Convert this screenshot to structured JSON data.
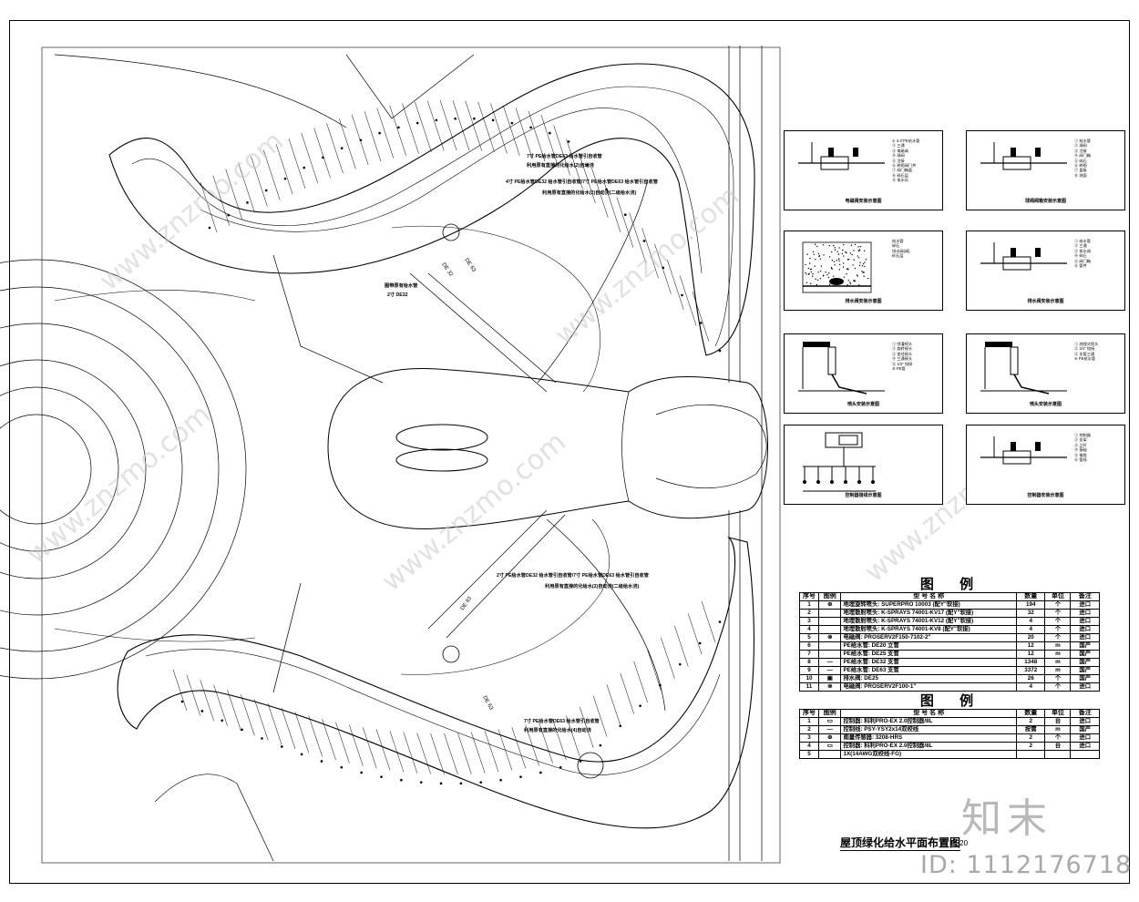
{
  "plan": {
    "title": "屋顶绿化给水平面布置图",
    "scale": "1:520",
    "notes": [
      "7寸 PE给水管DE63 给水管引自收管",
      "利用原有直接的化给水(2)自动浇",
      "4寸 PE给水管DE32 给水管引自收管/7寸 PE给水管DE63 给水管引自收管",
      "利用原有直接的化给水(2)自动浇(二级给水浇)",
      "图带原有给水管",
      "2寸 DE32",
      "2寸 PE给水管DE32 给水管引自收管/7寸 PE给水管DE63 给水管引自收管",
      "利用原有直接的化给水(2)自动浇(二级给水浇)",
      "7寸 PE给水管DE63 给水管引自收管",
      "利用原有直接的化给水(4)自动浇"
    ],
    "pipe_tags": [
      "DE 63",
      "DE 32",
      "DE 63",
      "DE 63"
    ]
  },
  "legend1": {
    "title": "图 例",
    "headers": [
      "序号",
      "图例",
      "型 号 名 称",
      "数量",
      "单位",
      "备注"
    ],
    "rows": [
      [
        "1",
        "⊕",
        "地埋旋转喷头: SUPERPRO 10003 (配Y\"软接)",
        "194",
        "个",
        "进口"
      ],
      [
        "2",
        "",
        "地埋散射喷头: K-SPRAYS 74001-KV17 (配Y\"软接)",
        "32",
        "个",
        "进口"
      ],
      [
        "3",
        "",
        "地埋散射喷头: K-SPRAYS 74001-KV12 (配Y\"软接)",
        "4",
        "个",
        "进口"
      ],
      [
        "4",
        "",
        "地埋散射喷头: K-SPRAYS 74001-KV8 (配Y\"软接)",
        "4",
        "个",
        "进口"
      ],
      [
        "5",
        "⊗",
        "电磁阀: PROSERV2F150-7102-2\"",
        "20",
        "个",
        "进口"
      ],
      [
        "6",
        "",
        "PE给水管: DE20 立管",
        "12",
        "m",
        "国产"
      ],
      [
        "7",
        "",
        "PE给水管: DE25 支管",
        "12",
        "m",
        "国产"
      ],
      [
        "8",
        "—",
        "PE给水管: DE32 支管",
        "1348",
        "m",
        "国产"
      ],
      [
        "9",
        "—",
        "PE给水管: DE63 支管",
        "3372",
        "m",
        "国产"
      ],
      [
        "10",
        "▣",
        "排水阀: DE25",
        "26",
        "个",
        "国产"
      ],
      [
        "11",
        "⊗",
        "电磁阀: PROSERV2F100-1\"",
        "4",
        "个",
        "进口"
      ]
    ]
  },
  "legend2": {
    "title": "图 例",
    "headers": [
      "序号",
      "图例",
      "型 号 名 称",
      "数量",
      "单位",
      "备注"
    ],
    "rows": [
      [
        "1",
        "▭",
        "控制器: 科利PRO-EX 2.0控制器/8L",
        "2",
        "台",
        "进口"
      ],
      [
        "2",
        "—",
        "控制线: PSY-YSY2x14双绞线",
        "按需",
        "m",
        "国产"
      ],
      [
        "3",
        "⊕",
        "雨量传感器: 3208-HRS",
        "2",
        "个",
        "进口"
      ],
      [
        "4",
        "▭",
        "控制器: 科利PRO-EX 2.0控制器/8L",
        "2",
        "台",
        "进口"
      ],
      [
        "5",
        "",
        "1X(14AWG双绞线-FG)",
        "",
        "",
        ""
      ]
    ]
  },
  "details": [
    {
      "caption": "电磁阀安装示意图",
      "items": [
        "① 3.4\"PE给水管",
        "② 三通",
        "③ 电磁阀",
        "④ 球阀",
        "⑤ 活接",
        "⑥ 砖砌阀门井",
        "⑦ 阀门箱盖",
        "⑧ 碎石层",
        "⑨ 排水坑"
      ]
    },
    {
      "caption": "球阀阀箱安装示意图",
      "items": [
        "① 给水管",
        "② 球阀",
        "③ 活接",
        "④ 阀门箱",
        "⑤ 碎石",
        "⑥ 砖砌",
        "⑦ 盖板",
        "⑧ 地面"
      ]
    },
    {
      "caption": "排水阀安装示意图",
      "items": [
        "给水管",
        "碎石",
        "排水阀(阀)",
        "砂石层"
      ]
    },
    {
      "caption": "排水阀安装示意图",
      "items": [
        "① 给水管",
        "② 三通",
        "③ 排水阀",
        "④ 碎石",
        "⑤ 阀门箱",
        "⑥ 管件"
      ]
    },
    {
      "caption": "喷头安装示意图",
      "items": [
        "① 喷灌喷头",
        "② 旋转接头",
        "③ 变径接头",
        "④ 三通接头",
        "⑤ 1/2\" 铰接",
        "⑥ PE管"
      ]
    },
    {
      "caption": "喷头安装示意图",
      "items": [
        "① 地埋式喷头",
        "② 3/4\" 铰接",
        "③ 支管三通",
        "④ PE给水管"
      ]
    },
    {
      "caption": "控制器接线示意图",
      "items": []
    },
    {
      "caption": "控制器安装示意图",
      "items": [
        "① 控制器",
        "② 支架",
        "③ 立杆",
        "④ 基础",
        "⑤ 电缆",
        "⑥ 管线"
      ]
    }
  ],
  "watermark": {
    "logo": "知末",
    "id": "ID: 1112176718",
    "url": "www.znzmo.com"
  }
}
